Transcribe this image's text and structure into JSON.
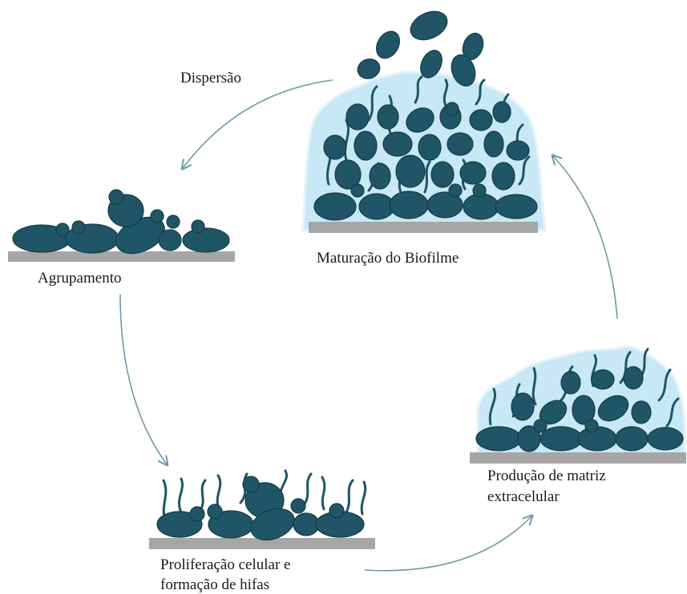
{
  "diagram": {
    "stages": {
      "dispersal": "Dispersão",
      "clustering": "Agrupamento",
      "proliferation_line1": "Proliferação celular e",
      "proliferation_line2": "formação de hifas",
      "matrix_line1": "Produção de matriz",
      "matrix_line2": "extracelular",
      "maturation": "Maturação do Biofilme"
    }
  },
  "colors": {
    "cell": "#1f5566",
    "cell_outline": "#123c48",
    "substrate": "#a6a6a6",
    "matrix": "#c9e8f6",
    "matrix_edge": "#e4f4fb",
    "arrow": "#6f9aa6"
  }
}
